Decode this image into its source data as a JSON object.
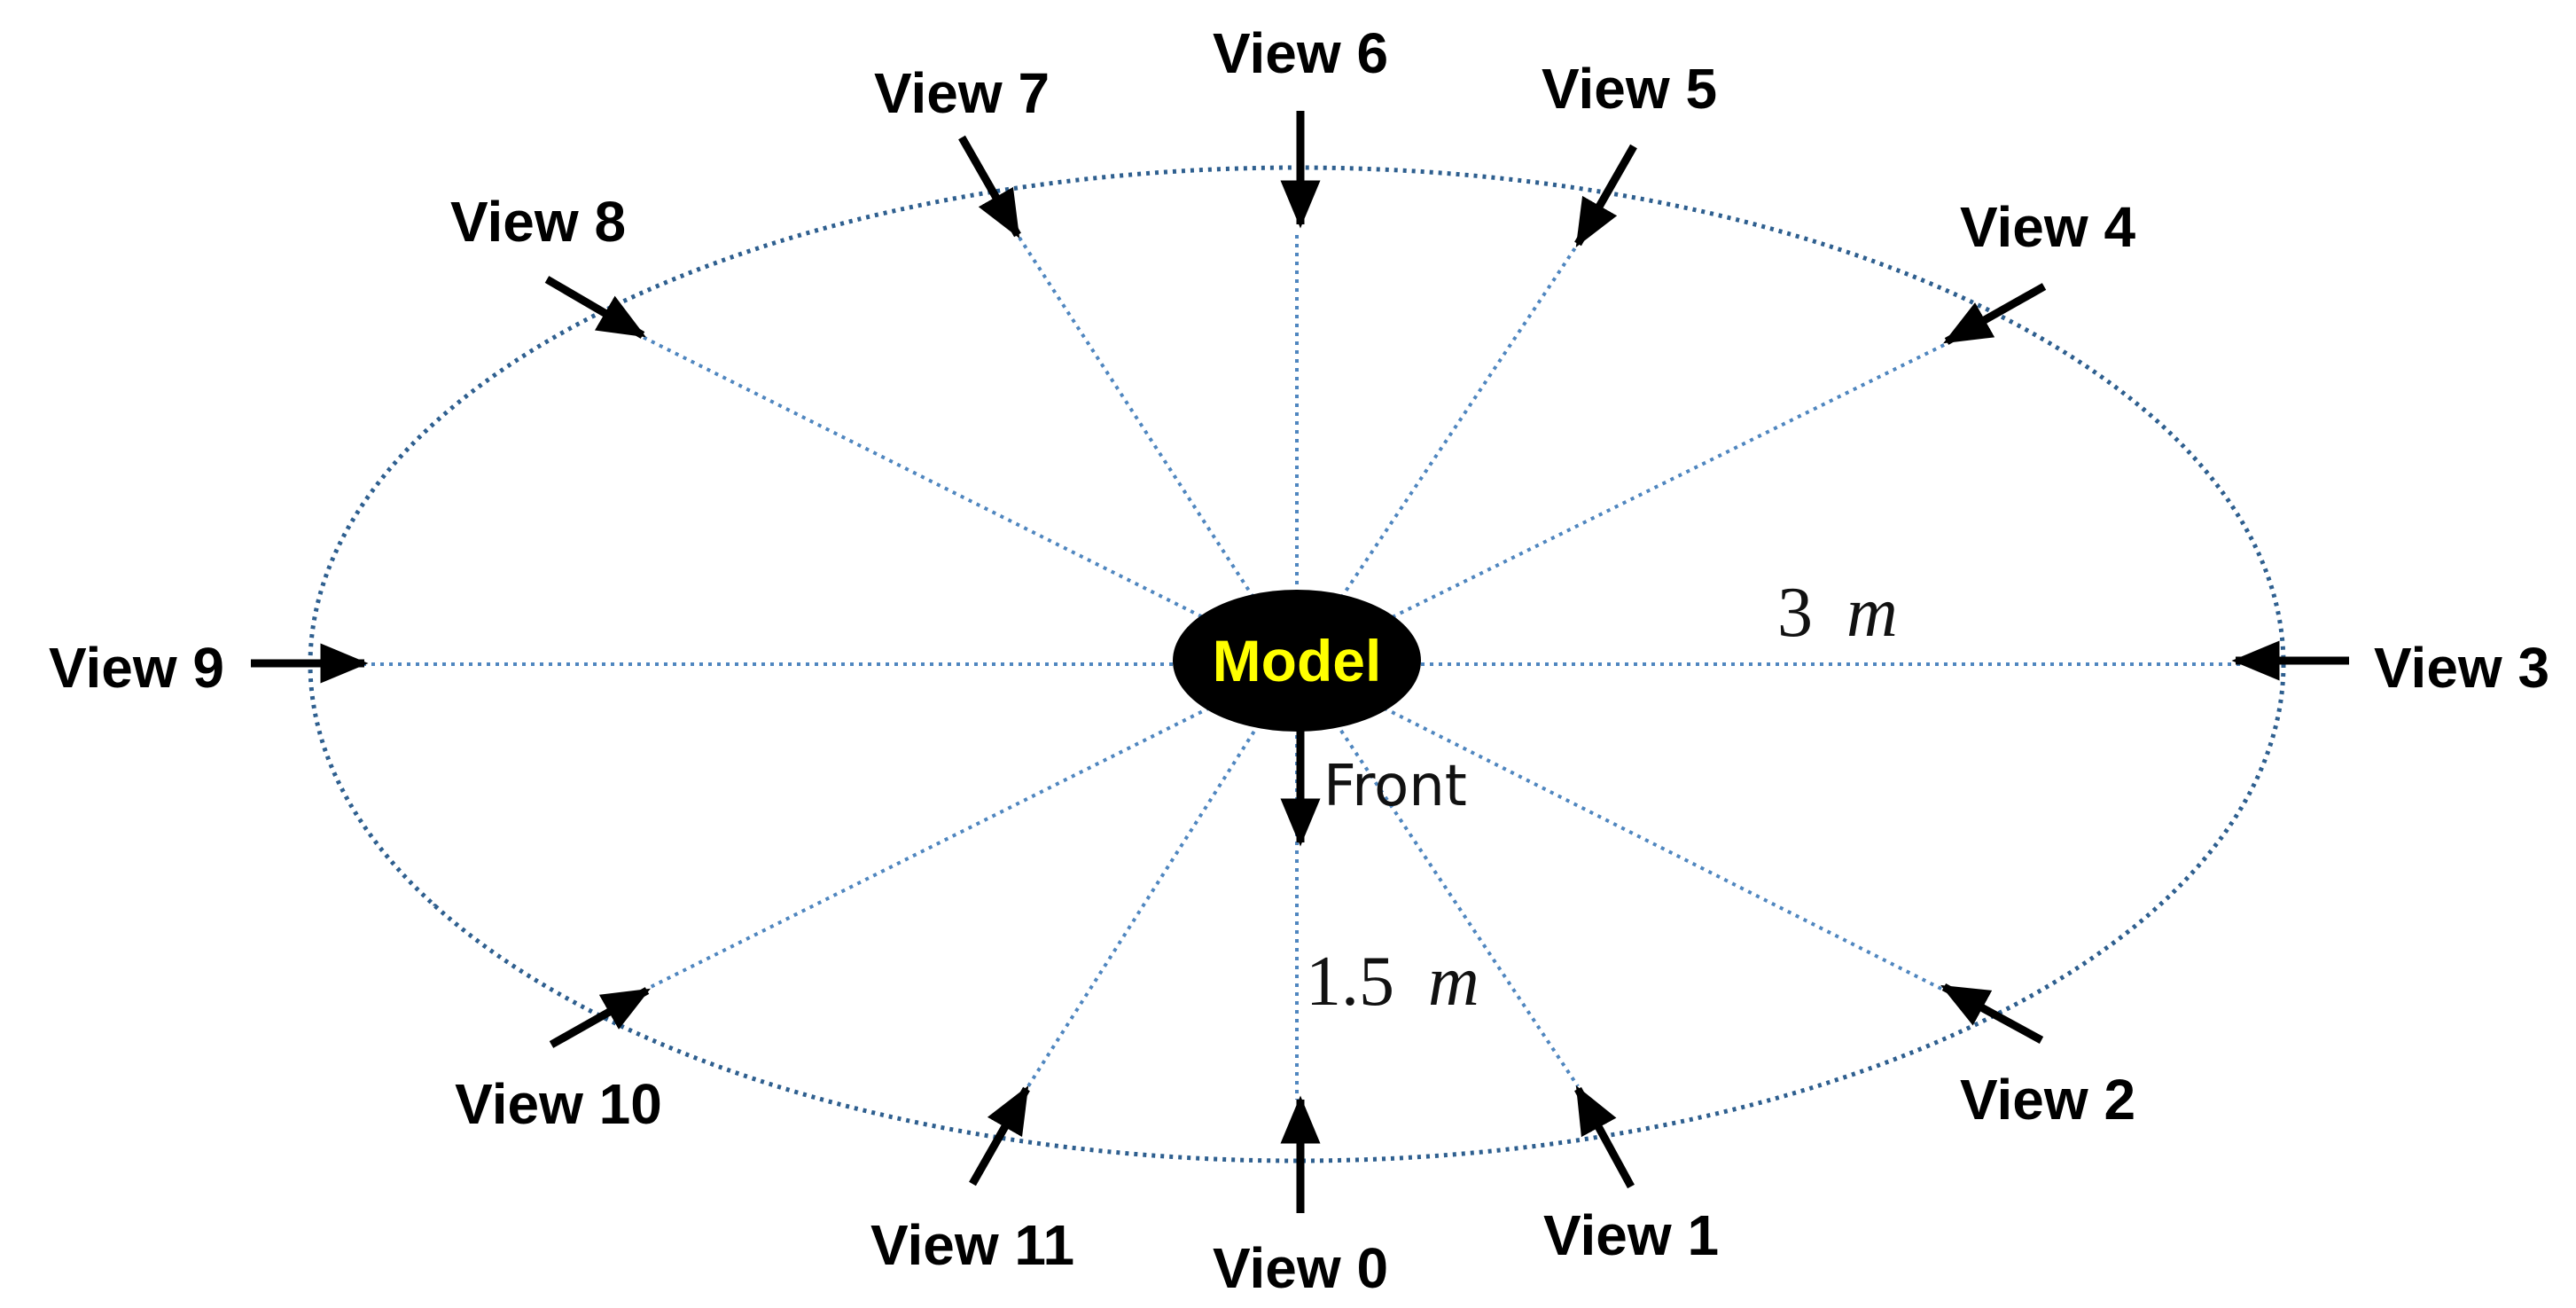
{
  "model": {
    "label": "Model",
    "fill": "#000000",
    "text_color": "#ffff00"
  },
  "front_label": "Front",
  "dimensions": {
    "radius_long": {
      "value": "3",
      "unit": "m"
    },
    "radius_short": {
      "value": "1.5",
      "unit": "m"
    }
  },
  "views": [
    {
      "label": "View 0"
    },
    {
      "label": "View 1"
    },
    {
      "label": "View 2"
    },
    {
      "label": "View 3"
    },
    {
      "label": "View 4"
    },
    {
      "label": "View 5"
    },
    {
      "label": "View 6"
    },
    {
      "label": "View 7"
    },
    {
      "label": "View 8"
    },
    {
      "label": "View 9"
    },
    {
      "label": "View 10"
    },
    {
      "label": "View 11"
    }
  ],
  "colors": {
    "ring": "#2e5f8f",
    "spoke": "#4f86bf",
    "arrow": "#000000"
  }
}
